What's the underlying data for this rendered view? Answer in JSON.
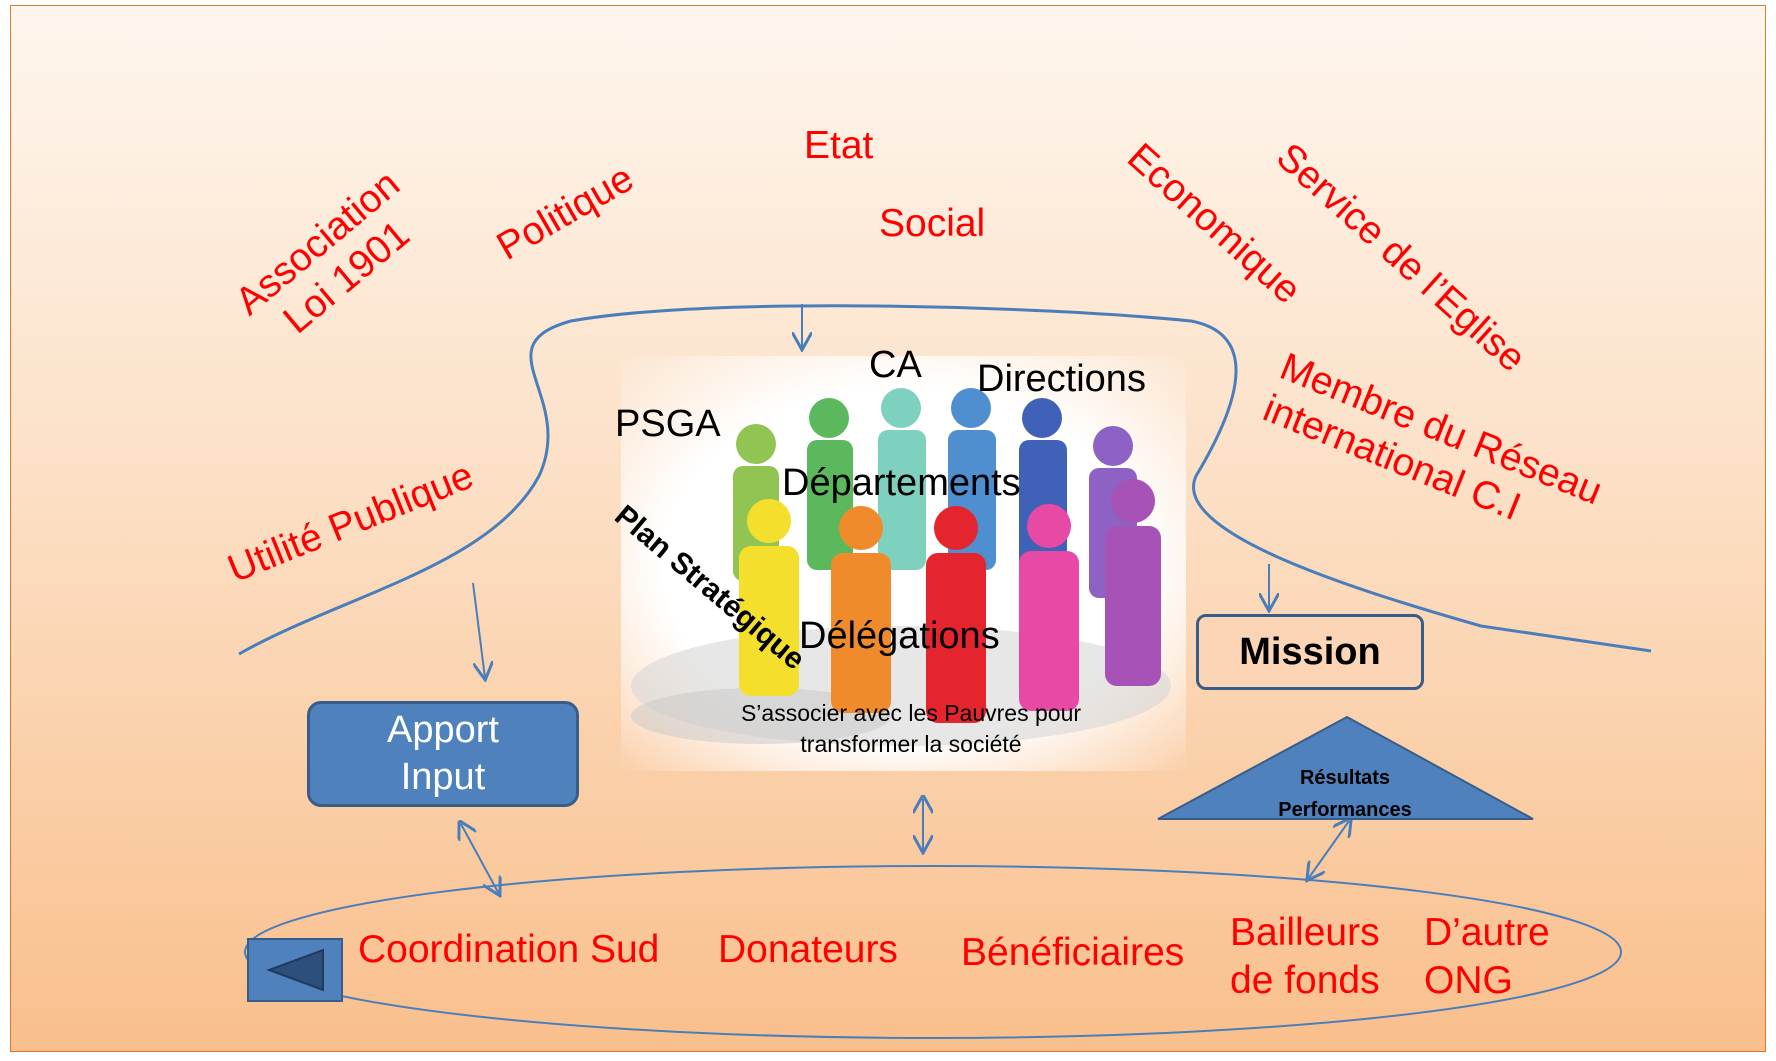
{
  "context_labels": {
    "association": "Association\nLoi 1901",
    "politique": "Politique",
    "etat": "Etat",
    "social": "Social",
    "economique": "Economique",
    "service_eglise": "Service de l’Eglise",
    "utilite_publique": "Utilité Publique",
    "membre_reseau": "Membre du Réseau\ninternational C.I"
  },
  "organization": {
    "ca": "CA",
    "directions": "Directions",
    "psga": "PSGA",
    "departements": "Départements",
    "plan_strategique": "Plan Stratégique",
    "delegations": "Délégations",
    "tagline": "S’associer avec les Pauvres pour\ntransformer la société"
  },
  "boxes": {
    "apport": "Apport\nInput",
    "mission": "Mission",
    "resultats": "Résultats\nPerformances"
  },
  "partners": {
    "coordination_sud": "Coordination Sud",
    "donateurs": "Donateurs",
    "beneficiaires": "Bénéficiaires",
    "bailleurs": "Bailleurs\nde fonds",
    "autres_ong": "D’autre\nONG"
  },
  "navigation": {
    "back_icon": "triangle-left-icon"
  },
  "colors": {
    "context_text": "#ff0000",
    "box_blue": "#4f81bd",
    "box_border": "#385d8a",
    "mission_fill": "#fbd5b5",
    "line": "#4a7ebb"
  }
}
